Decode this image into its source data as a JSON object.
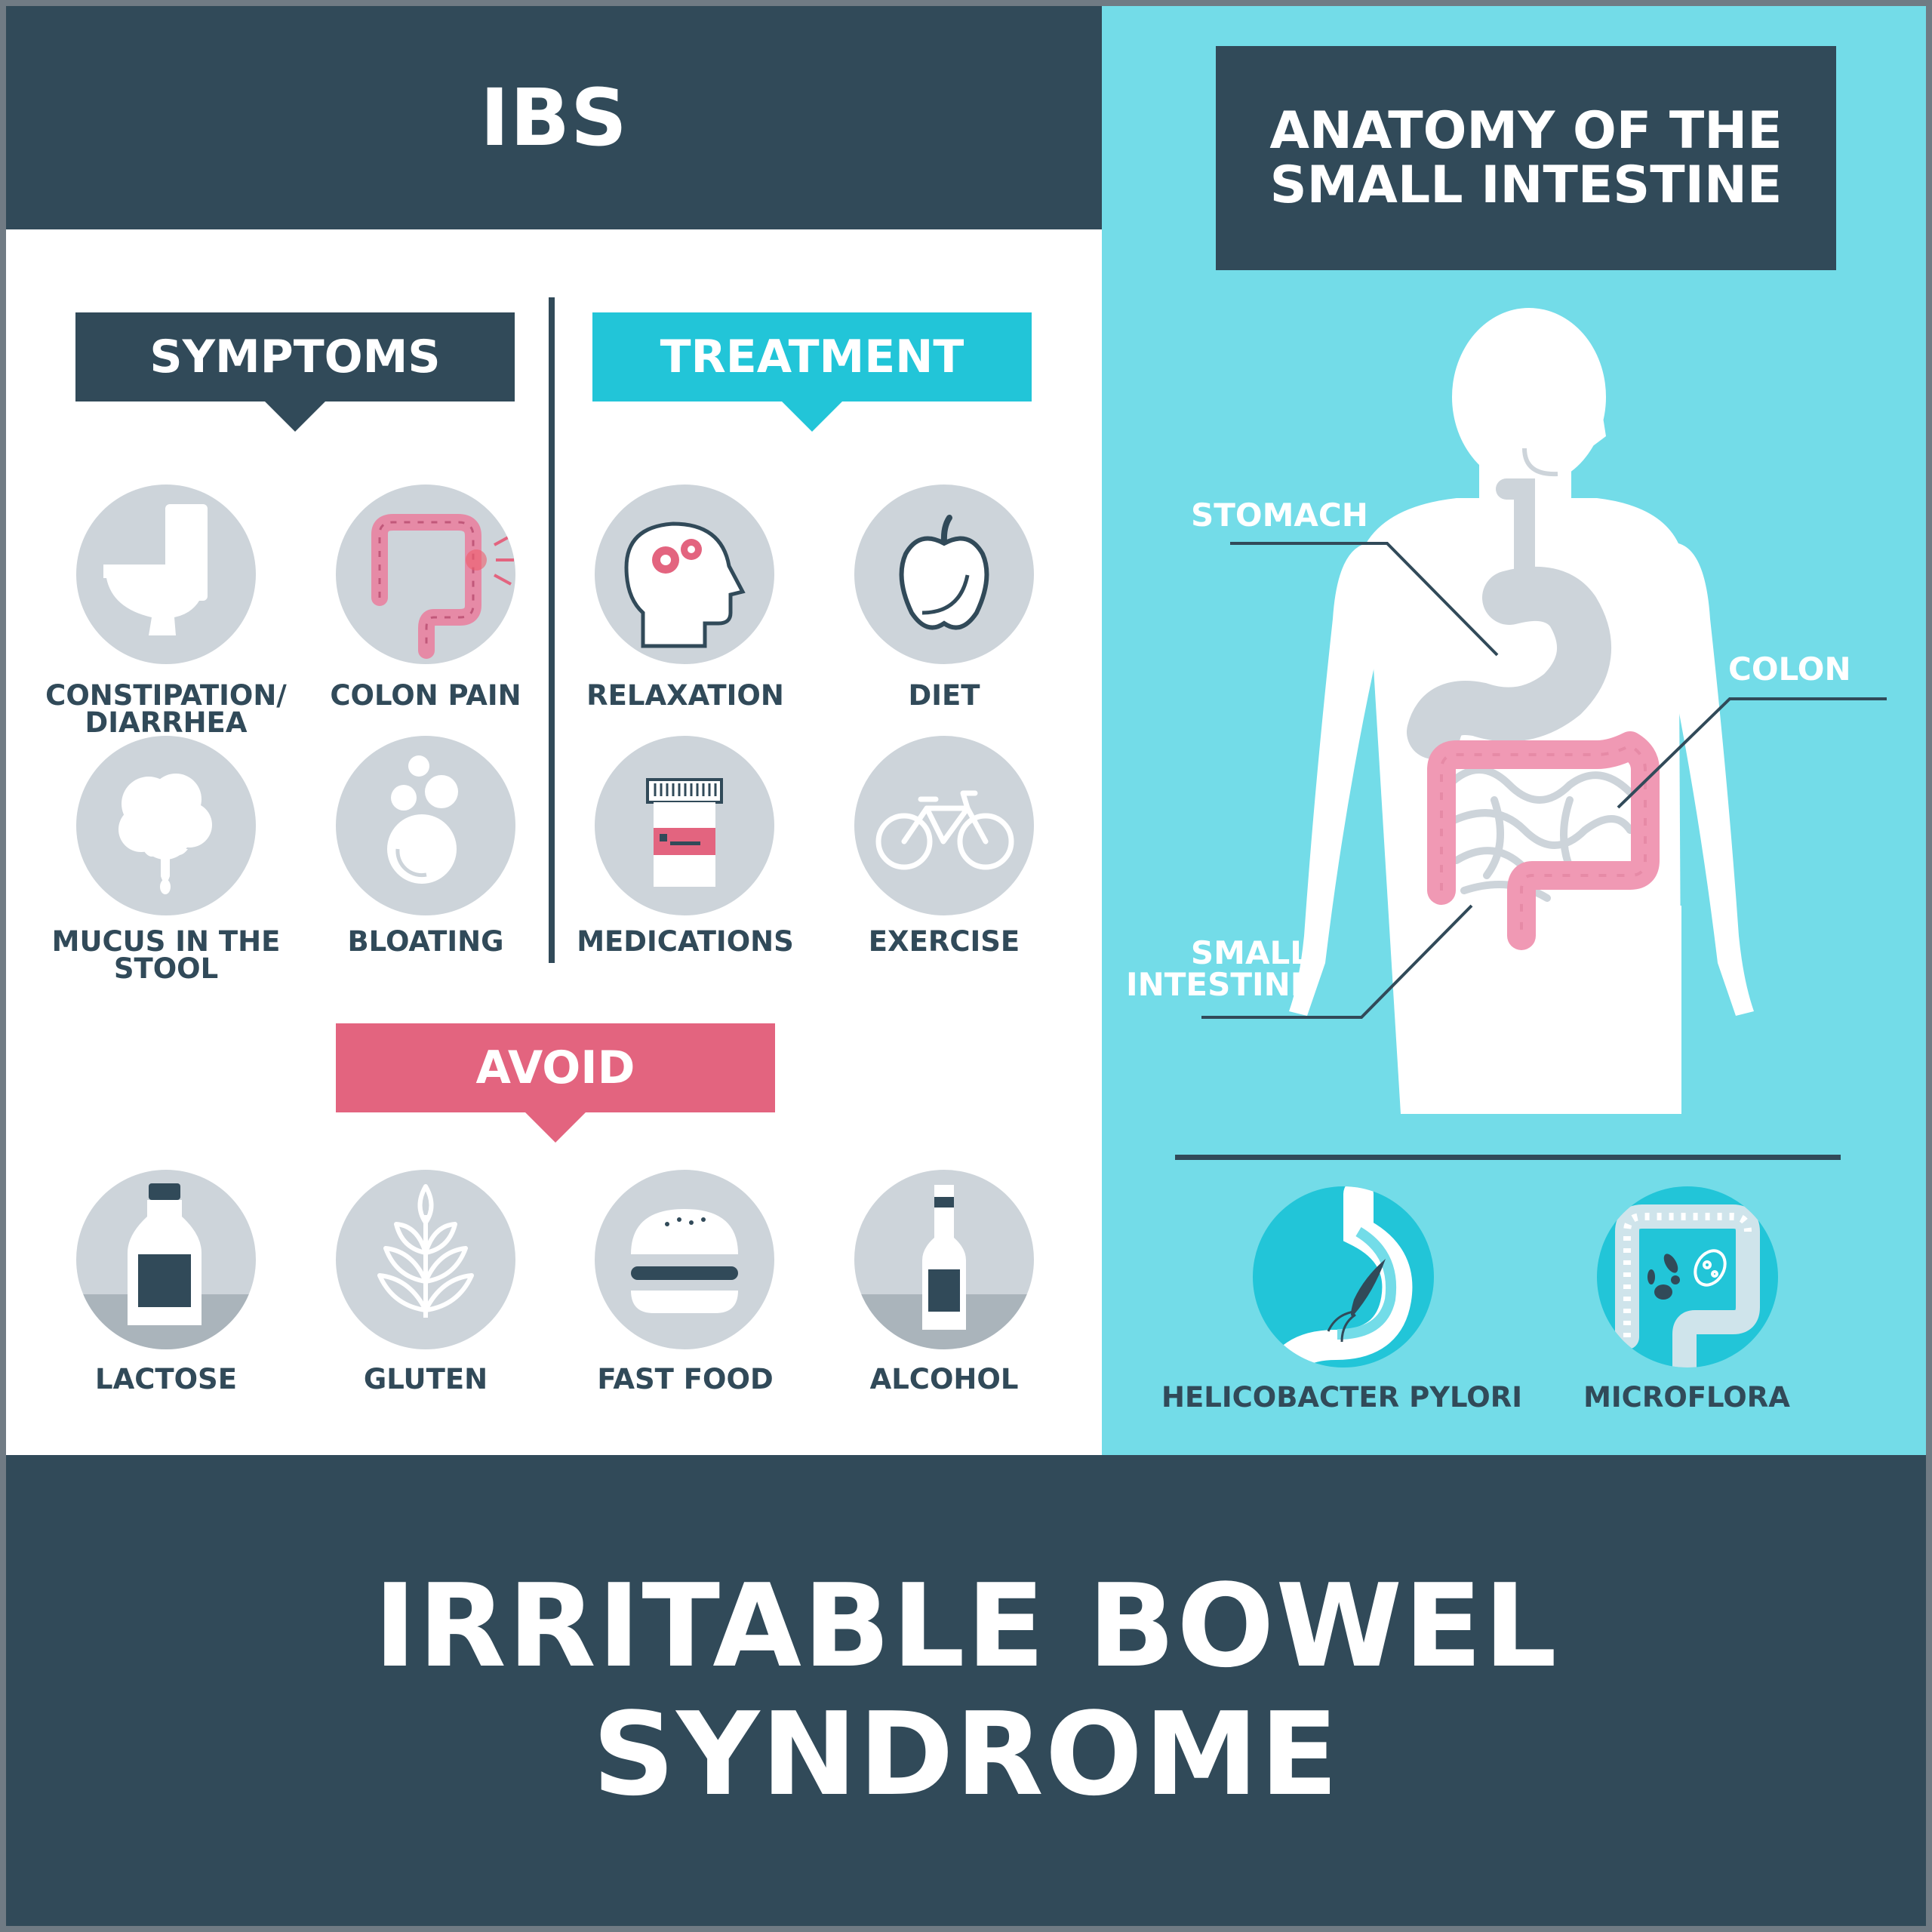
{
  "header": {
    "title": "IBS"
  },
  "anatomy": {
    "title_line1": "ANATOMY OF THE",
    "title_line2": "SMALL INTESTINE"
  },
  "sections": {
    "symptoms": "SYMPTOMS",
    "treatment": "TREATMENT",
    "avoid": "AVOID"
  },
  "symptoms": {
    "constipation_line1": "CONSTIPATION/",
    "constipation_line2": "DIARRHEA",
    "colon_pain": "COLON PAIN",
    "mucus_line1": "MUCUS IN THE",
    "mucus_line2": "STOOL",
    "bloating": "BLOATING"
  },
  "treatment": {
    "relaxation": "RELAXATION",
    "diet": "DIET",
    "medications": "MEDICATIONS",
    "exercise": "EXERCISE"
  },
  "avoid": {
    "lactose": "LACTOSE",
    "gluten": "GLUTEN",
    "fast_food": "FAST FOOD",
    "alcohol": "ALCOHOL"
  },
  "body_labels": {
    "stomach": "STOMACH",
    "colon": "COLON",
    "small_intestine_line1": "SMALL",
    "small_intestine_line2": "INTESTINE"
  },
  "bottom_icons": {
    "h_pylori": "HELICOBACTER PYLORI",
    "microflora": "MICROFLORA"
  },
  "footer": {
    "line1": "IRRITABLE BOWEL",
    "line2": "SYNDROME"
  },
  "colors": {
    "navy": "#314a59",
    "teal": "#22c5d8",
    "light_teal": "#73dce8",
    "pink": "#e3647f",
    "icon_gray": "#cdd4da"
  }
}
